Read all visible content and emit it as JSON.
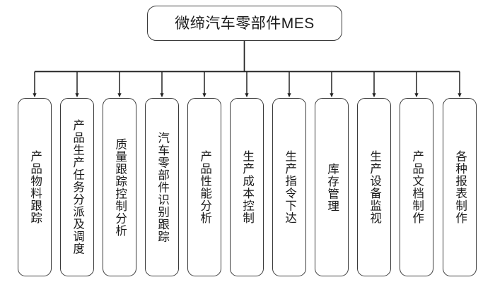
{
  "diagram": {
    "type": "tree-organizational-chart",
    "orientation": "top-down",
    "root": {
      "label": "微缔汽车零部件MES"
    },
    "children": [
      {
        "label": "产品物料跟踪"
      },
      {
        "label": "产品生产任务分派及调度"
      },
      {
        "label": "质量跟踪控制分析"
      },
      {
        "label": "汽车零部件识别跟踪"
      },
      {
        "label": "产品性能分析"
      },
      {
        "label": "生产成本控制"
      },
      {
        "label": "生产指令下达"
      },
      {
        "label": "库存管理"
      },
      {
        "label": "生产设备监视"
      },
      {
        "label": "产品文档制作"
      },
      {
        "label": "各种报表制作"
      }
    ],
    "colors": {
      "background": "#ffffff",
      "box_border": "#3a3a3a",
      "box_fill": "#ffffff",
      "text": "#1a1a1a",
      "connector": "#222222"
    }
  }
}
